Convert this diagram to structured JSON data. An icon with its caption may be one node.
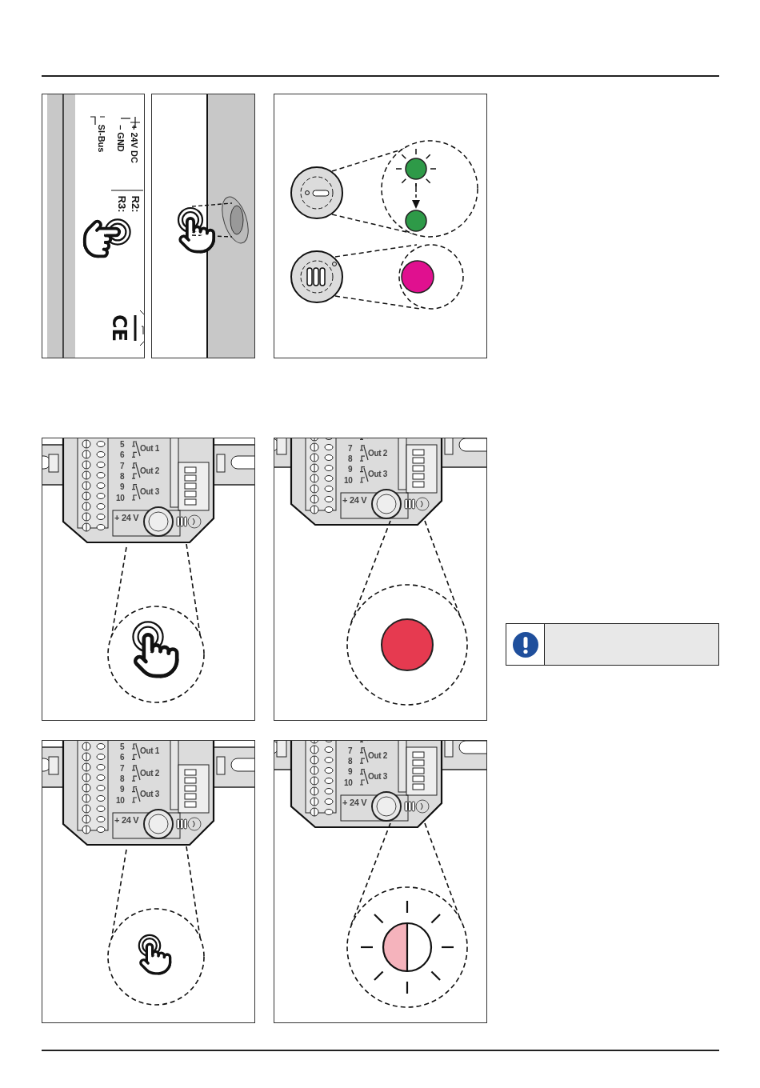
{
  "diagram": {
    "labels": [
      "+ 24V DC",
      "– GND",
      "SI-Bus",
      "R2:",
      "R3:",
      "CE",
      "5",
      "6",
      "7",
      "8",
      "9",
      "10",
      "Out 1",
      "Out 2",
      "Out 3",
      "+ 24 V",
      "7",
      "8",
      "9",
      "10",
      "Out 2",
      "Out 3",
      "+ 24 V",
      "5",
      "6",
      "7",
      "8",
      "9",
      "10",
      "Out 1",
      "Out 2",
      "Out 3",
      "+ 24 V",
      "7",
      "8",
      "9",
      "10",
      "Out 2",
      "Out 3",
      "+ 24 V"
    ]
  }
}
